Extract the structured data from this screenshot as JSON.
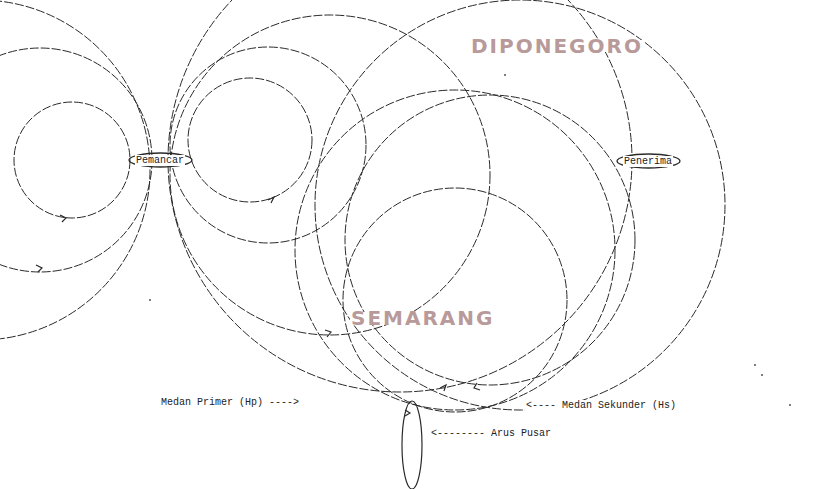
{
  "diagram": {
    "nodes": [
      {
        "text": [
          "Pemancar"
        ]
      },
      {
        "text": [
          "Penerima"
        ]
      }
    ],
    "labels": [
      "Medan Primer (Hp) ---->",
      "<---- Medan Sekunder (Hs)",
      "<-------- Arus Pusar",
      "DIPONEGORO",
      "SEMARANG"
    ]
  }
}
